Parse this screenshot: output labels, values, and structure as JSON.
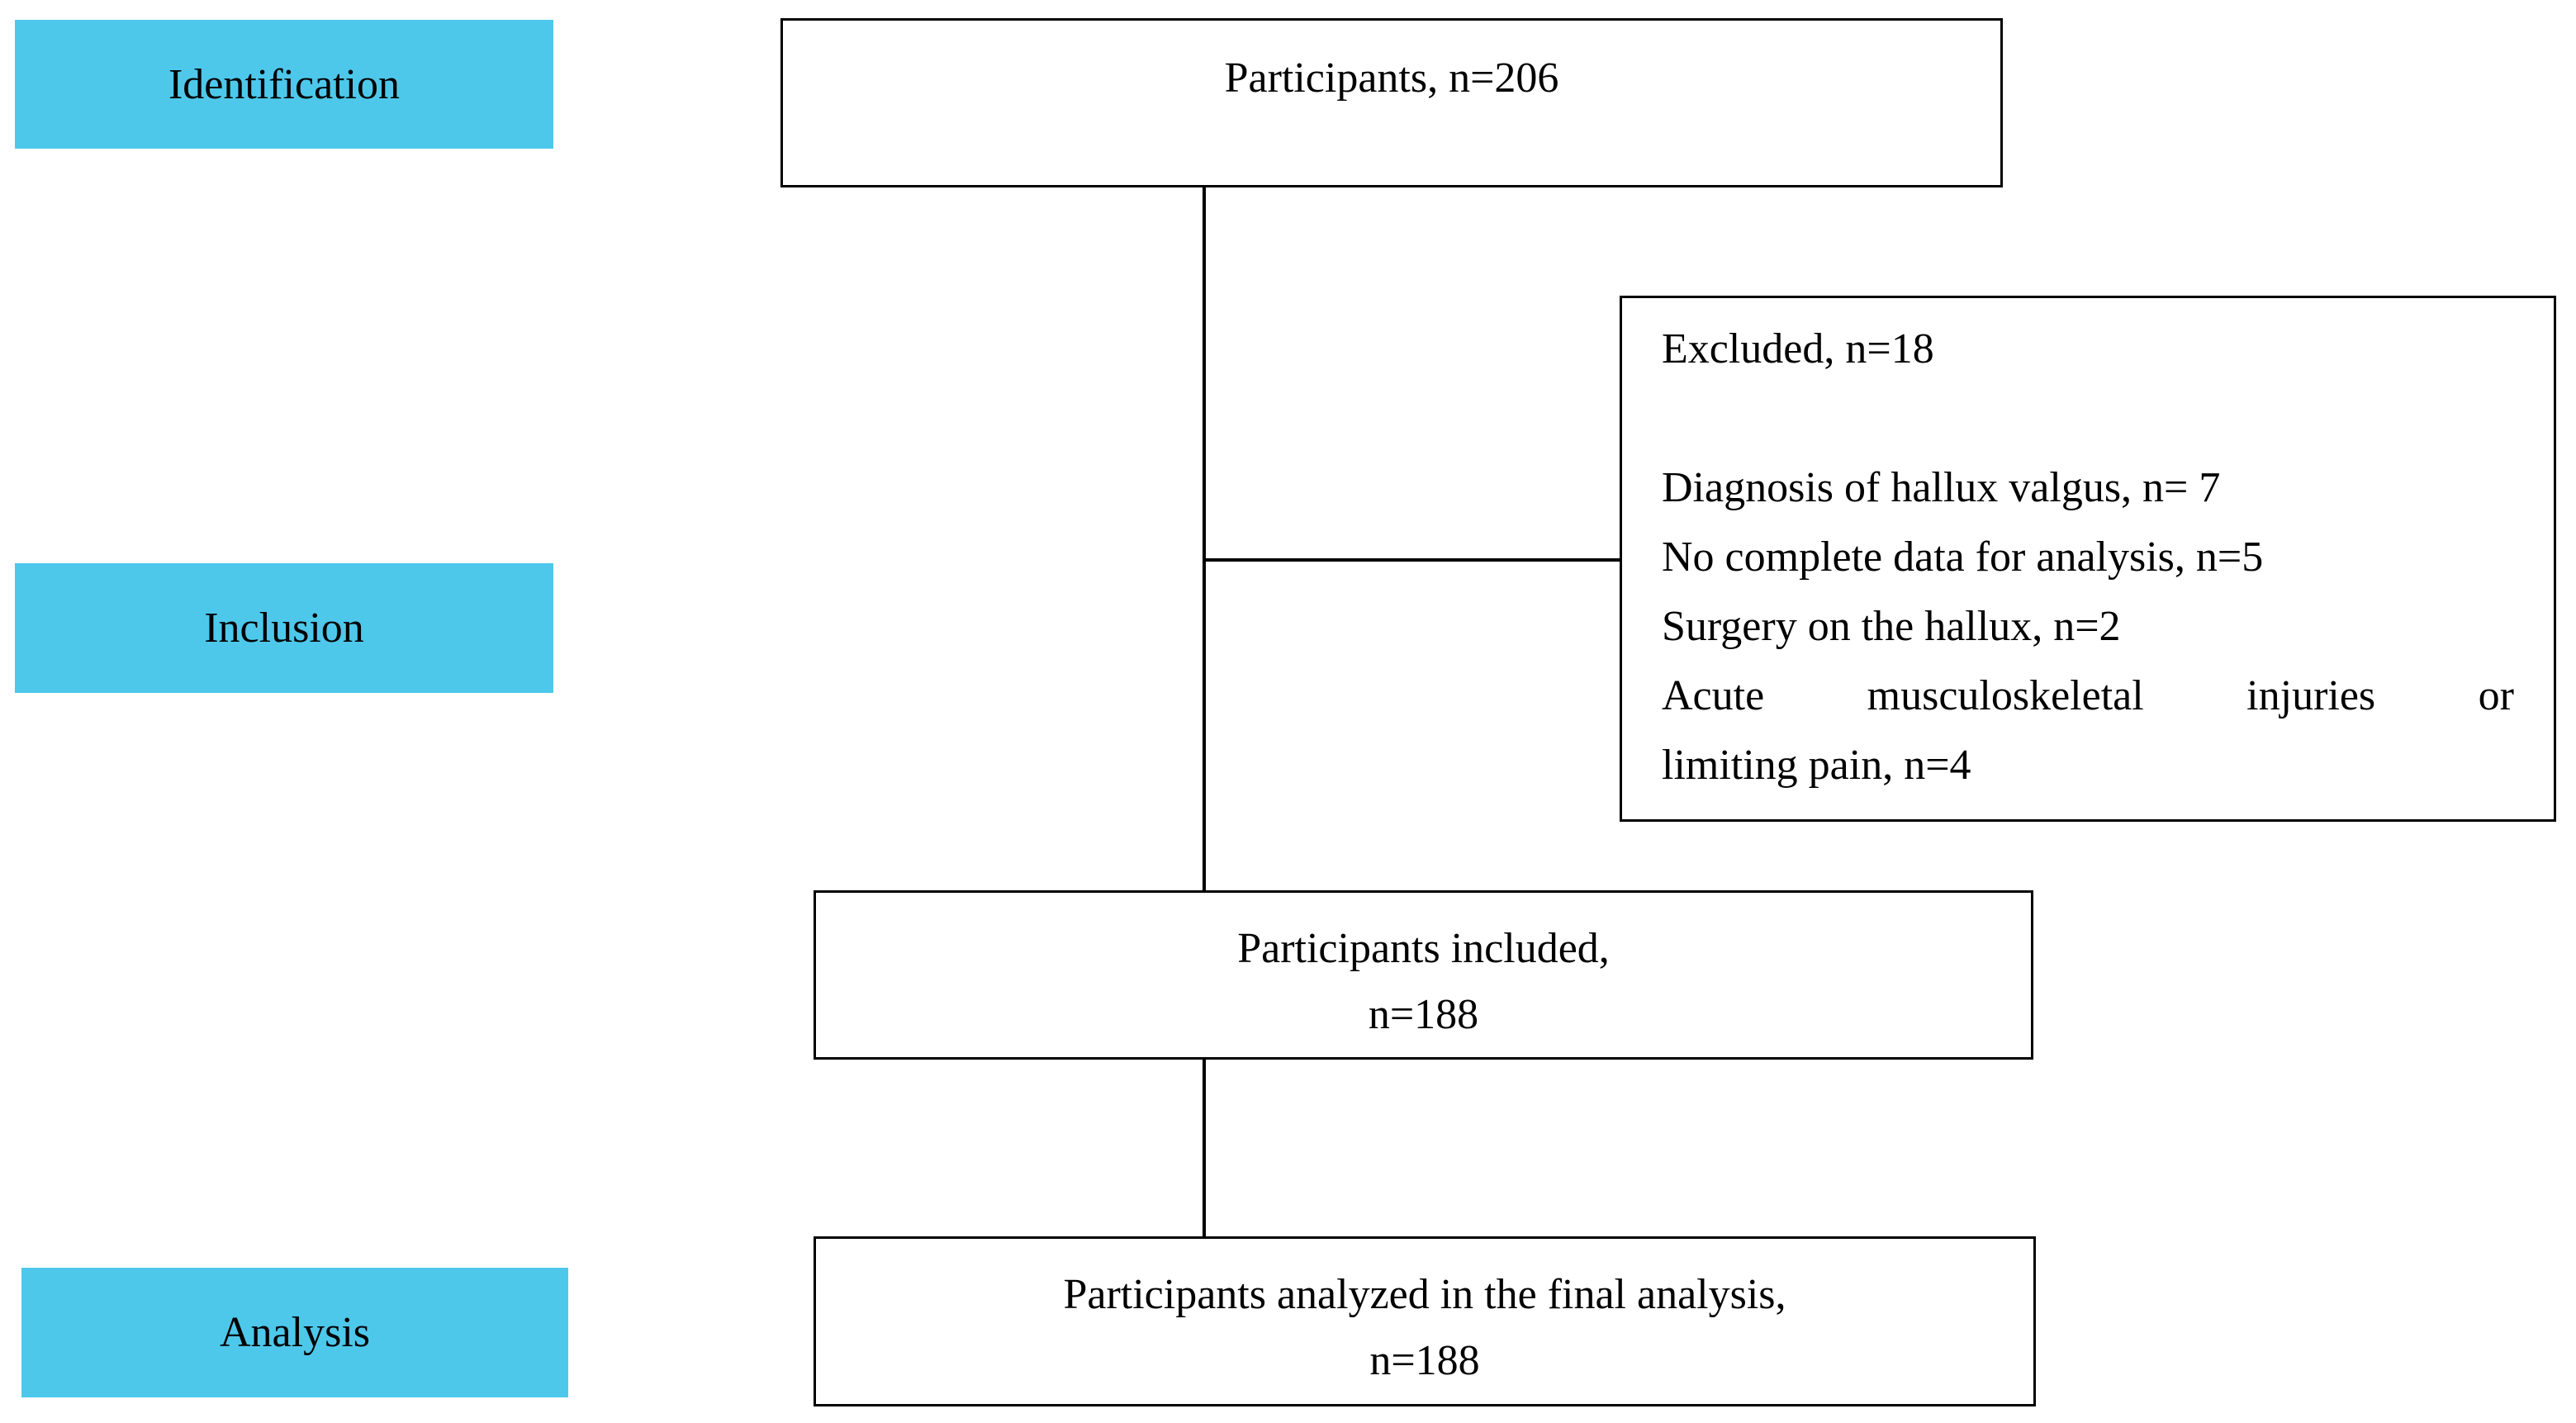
{
  "diagram": {
    "title_semantic": "participant-flow-diagram",
    "colors": {
      "stage_fill": "#4dc8eb",
      "box_border": "#000000",
      "background": "#ffffff",
      "text": "#000000"
    },
    "stages": [
      {
        "label": "Identification"
      },
      {
        "label": "Inclusion"
      },
      {
        "label": "Analysis"
      }
    ],
    "nodes": {
      "participants": {
        "line1": "Participants, n=206"
      },
      "excluded": {
        "title": "Excluded, n=18",
        "items": [
          "Diagnosis of hallux valgus, n= 7",
          "No complete data for analysis, n=5",
          "Surgery on the hallux, n=2"
        ],
        "wrapped_item_line1": "Acute musculoskeletal injuries or",
        "wrapped_item_line2": "limiting pain, n=4"
      },
      "included": {
        "line1": "Participants included,",
        "line2": "n=188"
      },
      "analyzed": {
        "line1": "Participants analyzed in the final analysis,",
        "line2": "n=188"
      }
    }
  }
}
